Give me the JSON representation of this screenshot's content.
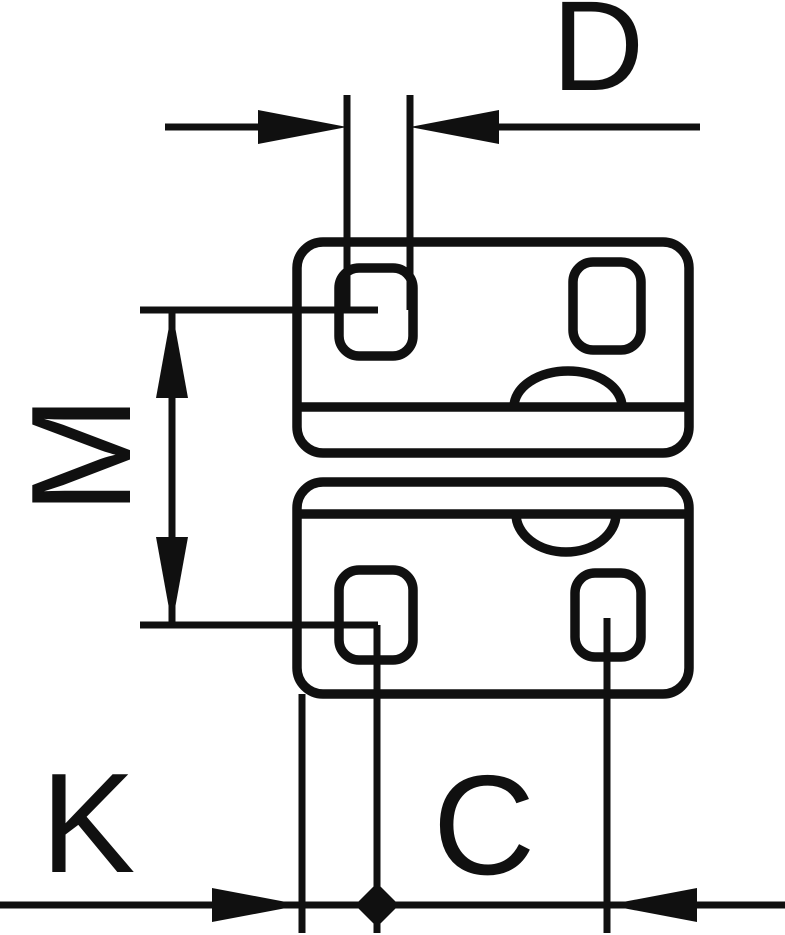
{
  "diagram": {
    "labels": {
      "dim_top": "D",
      "dim_left": "M",
      "dim_bottom_left": "K",
      "dim_bottom_center": "C"
    },
    "colors": {
      "ink": "#101010",
      "background": "#ffffff"
    }
  }
}
